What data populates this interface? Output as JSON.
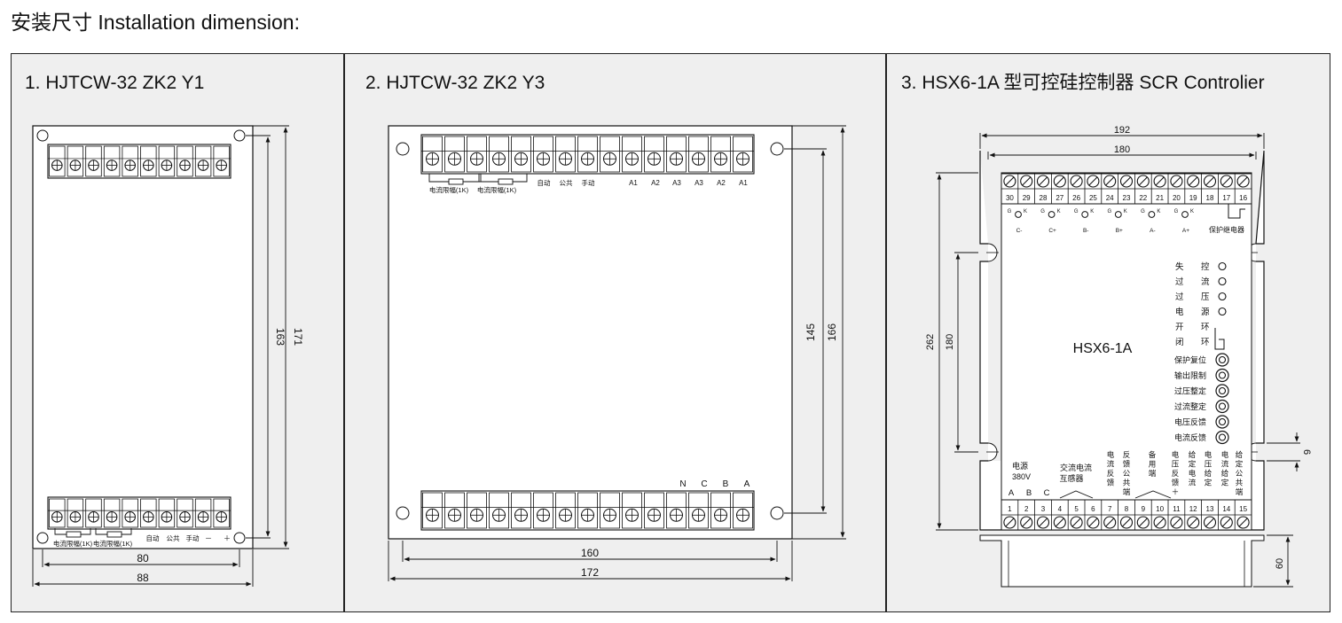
{
  "title": "安装尺寸 Installation dimension:",
  "panels": [
    {
      "title": "1. HJTCW-32 ZK2 Y1",
      "labels": [
        "电流限幅(1K)",
        "电流限幅(1K)",
        "自动",
        "公共",
        "手动",
        "－",
        "＋"
      ],
      "dims": {
        "inner_width": "80",
        "outer_width": "88",
        "inner_height": "163",
        "outer_height": "171"
      }
    },
    {
      "title": "2. HJTCW-32 ZK2 Y3",
      "top_labels": [
        "电流限幅(1K)",
        "电流限幅(1K)",
        "自动",
        "公共",
        "手动",
        "A1",
        "A2",
        "A3",
        "A3",
        "A2",
        "A1"
      ],
      "bottom_labels": [
        "N",
        "C",
        "B",
        "A"
      ],
      "dims": {
        "inner_width": "160",
        "outer_width": "172",
        "inner_height": "145",
        "outer_height": "166"
      }
    },
    {
      "title": "3. HSX6-1A 型可控硅控制器 SCR Controlier",
      "model": "HSX6-1A",
      "top_numbers": [
        "30",
        "29",
        "28",
        "27",
        "26",
        "25",
        "24",
        "23",
        "22",
        "21",
        "20",
        "19",
        "18",
        "17",
        "16"
      ],
      "bottom_numbers": [
        "1",
        "2",
        "3",
        "4",
        "5",
        "6",
        "7",
        "8",
        "9",
        "10",
        "11",
        "12",
        "13",
        "14",
        "15"
      ],
      "gk_label_g": "G",
      "gk_label_k": "K",
      "phase_labels": [
        "C-",
        "C+",
        "B-",
        "B+",
        "A-",
        "A+"
      ],
      "relay_label": "保护继电器",
      "indicators": [
        {
          "left": "失",
          "right": "控"
        },
        {
          "left": "过",
          "right": "流"
        },
        {
          "left": "过",
          "right": "压"
        },
        {
          "left": "电",
          "right": "源"
        },
        {
          "left": "开",
          "right": "环"
        },
        {
          "left": "闭",
          "right": "环"
        }
      ],
      "knobs": [
        "保护复位",
        "输出限制",
        "过压整定",
        "过流整定",
        "电压反馈",
        "电流反馈"
      ],
      "power_label": "电源",
      "voltage_label": "380V",
      "abc_labels": [
        "A",
        "B",
        "C"
      ],
      "ct_label_1": "交流电流",
      "ct_label_2": "互感器",
      "terminal_group_labels": [
        {
          "text": "电流反馈"
        },
        {
          "text": "反馈公共端"
        },
        {
          "text": "备用端"
        },
        {
          "text": "电压反馈＋"
        },
        {
          "text": "给定电流"
        },
        {
          "text": "电压给定"
        },
        {
          "text": "电流给定"
        },
        {
          "text": "给定公共端"
        }
      ],
      "dims": {
        "outer_width": "192",
        "inner_width": "180",
        "outer_height": "262",
        "inner_height": "180",
        "slot": "6",
        "depth": "60"
      }
    }
  ]
}
